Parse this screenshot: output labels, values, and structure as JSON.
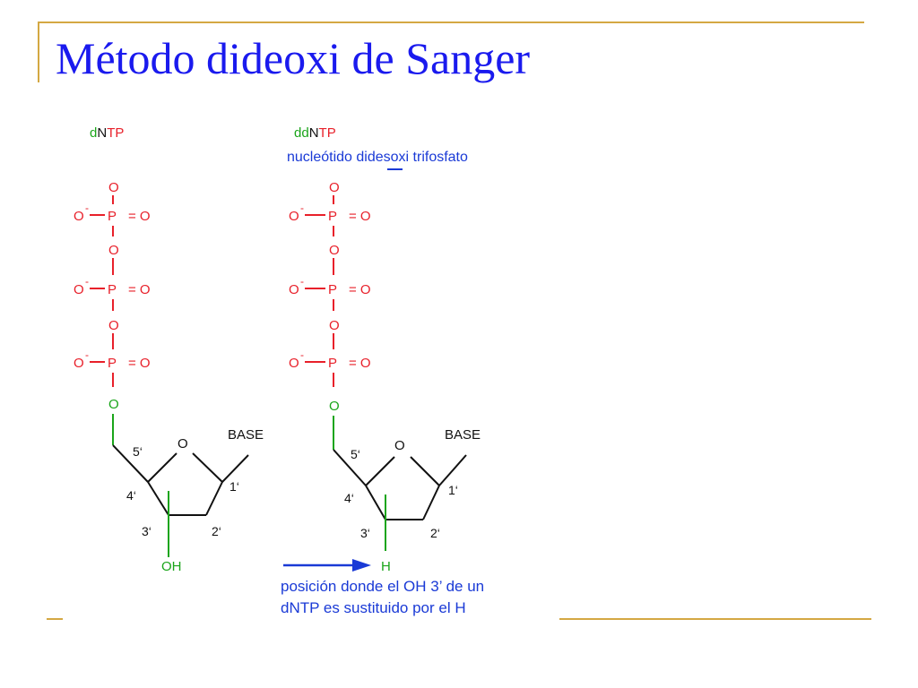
{
  "slide": {
    "title": "Método dideoxi de Sanger",
    "accent_color": "#d4a843",
    "title_color": "#1a1aee"
  },
  "colors": {
    "phosphate": "#e8202a",
    "green": "#1aa51a",
    "blue": "#1a3ad6",
    "black": "#111111"
  },
  "left_molecule": {
    "label_d": "d",
    "label_n": "N",
    "label_tp": "TP",
    "phosphate_top_o": "O",
    "phosphate_o_minus": "O",
    "minus": "-",
    "phosphorus": "P",
    "double_bond_o": "= O",
    "bridge_o": "O",
    "ester_o": "O",
    "ring_o": "O",
    "base": "BASE",
    "c5": "5‘",
    "c4": "4‘",
    "c3": "3‘",
    "c2": "2‘",
    "c1": "1‘",
    "hydroxyl": "OH"
  },
  "right_molecule": {
    "label_dd": "dd",
    "label_n": "N",
    "label_tp": "TP",
    "subtitle": "nucleótido didesoxi trifosfato",
    "phosphate_top_o": "O",
    "phosphate_o_minus": "O",
    "minus": "-",
    "phosphorus": "P",
    "double_bond_o": "= O",
    "bridge_o": "O",
    "ester_o": "O",
    "ring_o": "O",
    "base": "BASE",
    "c5": "5‘",
    "c4": "4‘",
    "c3": "3‘",
    "c2": "2‘",
    "c1": "1‘",
    "hydrogen": "H"
  },
  "note": {
    "line1": "posición donde el OH 3’ de un",
    "line2": "dNTP es sustituido por el H"
  }
}
